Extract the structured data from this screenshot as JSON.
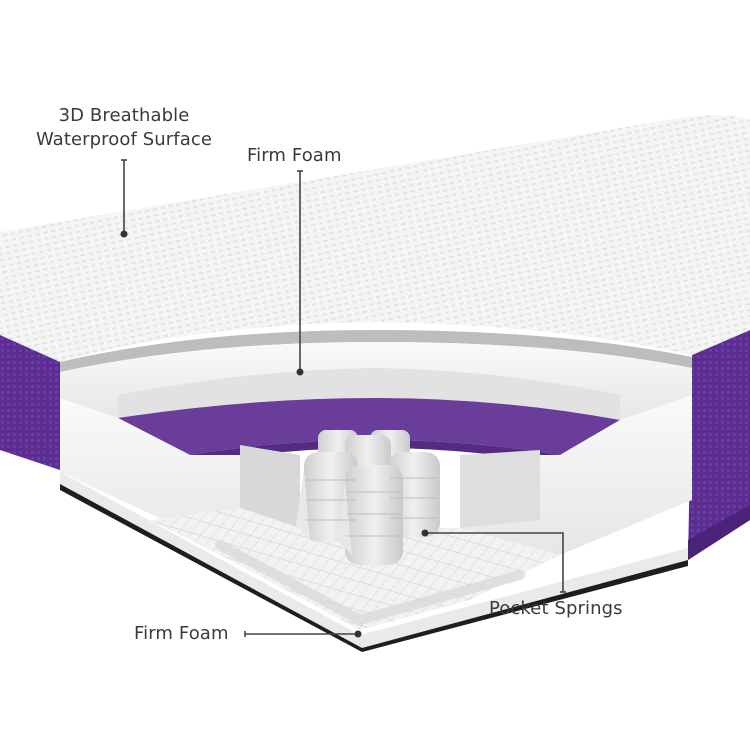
{
  "diagram": {
    "subject": "Mattress cross-section",
    "colors": {
      "background": "#ffffff",
      "cover_white": "#f4f4f4",
      "cover_texture": "#e2e2e2",
      "accent_purple": "#5b2d91",
      "purple_dark": "#45206f",
      "foam_white": "#f0f0f0",
      "foam_shadow": "#cfcfcf",
      "spring_gray": "#dcdcdc",
      "label_text": "#3a3a3a",
      "leader_line": "#444444"
    },
    "labels": [
      {
        "id": "surface",
        "text_line1": "3D Breathable",
        "text_line2": "Waterproof Surface"
      },
      {
        "id": "top-foam",
        "text": "Firm Foam"
      },
      {
        "id": "pocket-springs",
        "text": "Pocket Springs"
      },
      {
        "id": "base-foam",
        "text": "Firm Foam"
      }
    ]
  }
}
